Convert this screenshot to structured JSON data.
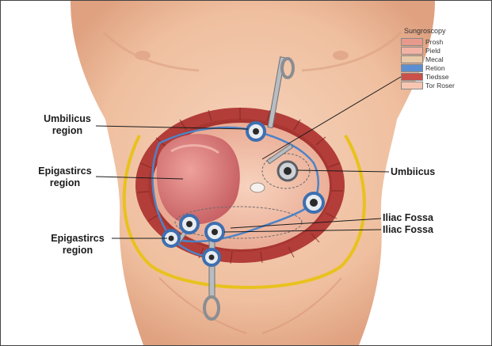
{
  "labels": {
    "umbilicus_region": [
      "Umbilicus",
      "region"
    ],
    "epigastric_region_upper": [
      "Epigastircs",
      "region"
    ],
    "epigastric_region_lower": [
      "Epigastircs",
      "region"
    ],
    "umbilicus": "Umbiicus",
    "iliac_fossa_1": "Iliac Fossa",
    "iliac_fossa_2": "Iliac Fossa"
  },
  "legend": {
    "title": "Sungroscopy",
    "items": [
      {
        "label": "Prosh",
        "color": "#e79a8c"
      },
      {
        "label": "Pield",
        "color": "#f2b3a4"
      },
      {
        "label": "Mecal",
        "color": "#e9c9a8"
      },
      {
        "label": "Retion",
        "color": "#5b8fd2"
      },
      {
        "label": "Tiedsse",
        "color": "#c9514a"
      },
      {
        "label": "Tor Roser",
        "color": "#f7c6b3"
      }
    ]
  },
  "colors": {
    "skin": "#f2c5a8",
    "skin_shadow": "#e3a987",
    "muscle": "#b8403c",
    "cavity": "#f0b9a3",
    "organ": "#d9787a",
    "port_ring": "#3e6fb0",
    "fascia_line": "#e8c21d"
  }
}
